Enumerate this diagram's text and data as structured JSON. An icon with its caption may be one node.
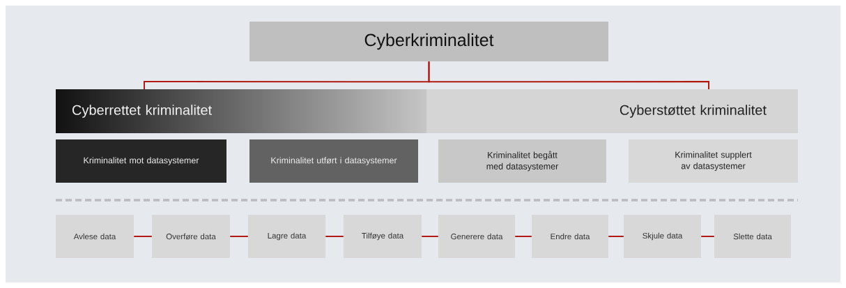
{
  "diagram": {
    "nodes": [
      {
        "text": [
          "Cyberkriminalitet"
        ]
      },
      {
        "text": [
          "Cyberrettet kriminalitet"
        ]
      },
      {
        "text": [
          "Cyberstøttet kriminalitet"
        ]
      },
      {
        "text": [
          "Kriminalitet mot datasystemer"
        ]
      },
      {
        "text": [
          "Kriminalitet utført i datasystemer"
        ]
      },
      {
        "text": [
          "Kriminalitet begått med datasystemer"
        ]
      },
      {
        "text": [
          "Kriminalitet supplert av datasystemer"
        ]
      },
      {
        "text": [
          "Avlese data"
        ]
      },
      {
        "text": [
          "Overføre data"
        ]
      },
      {
        "text": [
          "Lagre data"
        ]
      },
      {
        "text": [
          "Tilføye data"
        ]
      },
      {
        "text": [
          "Generere data"
        ]
      },
      {
        "text": [
          "Endre data"
        ]
      },
      {
        "text": [
          "Skjule data"
        ]
      },
      {
        "text": [
          "Slette data"
        ]
      }
    ],
    "edges": [
      {
        "from": 0,
        "to": 1,
        "arrow": "none"
      },
      {
        "from": 0,
        "to": 2,
        "arrow": "none"
      },
      {
        "from": 7,
        "to": 8,
        "arrow": "none"
      },
      {
        "from": 8,
        "to": 9,
        "arrow": "none"
      },
      {
        "from": 9,
        "to": 10,
        "arrow": "none"
      },
      {
        "from": 10,
        "to": 11,
        "arrow": "none"
      },
      {
        "from": 11,
        "to": 12,
        "arrow": "none"
      },
      {
        "from": 12,
        "to": 13,
        "arrow": "none"
      },
      {
        "from": 13,
        "to": 14,
        "arrow": "none"
      }
    ]
  }
}
